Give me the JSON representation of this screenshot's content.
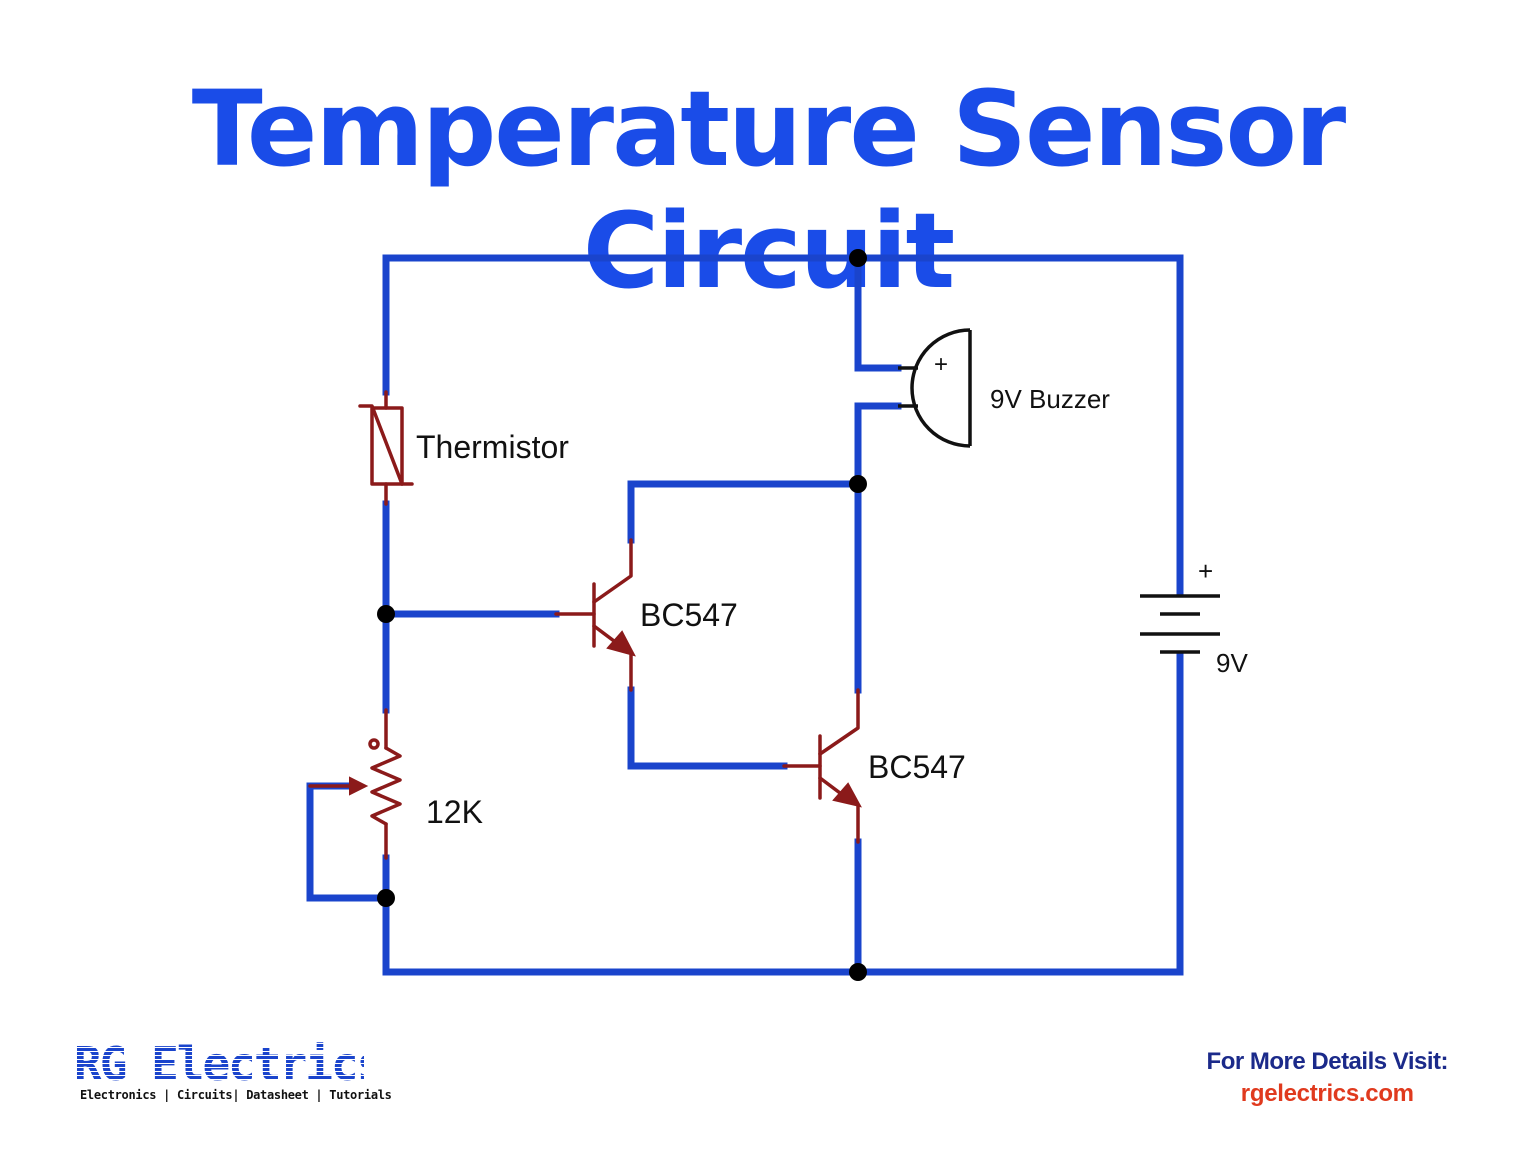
{
  "title": "Temperature Sensor Circuit",
  "components": {
    "thermistor_label": "Thermistor",
    "transistor1_label": "BC547",
    "transistor2_label": "BC547",
    "pot_label": "12K",
    "buzzer_label": "9V Buzzer",
    "buzzer_plus": "+",
    "battery_label": "9V",
    "battery_plus": "+"
  },
  "brand": {
    "logo_text": "RG Electrics",
    "tagline": "Electronics | Circuits| Datasheet | Tutorials"
  },
  "footer": {
    "visit_label": "For More Details Visit:",
    "visit_url": "rgelectrics.com"
  },
  "colors": {
    "title": "#1a4ce8",
    "wire": "#1a44cc",
    "component": "#8b1a1a",
    "url": "#e03a1e",
    "visit_label": "#1b2a8a"
  }
}
